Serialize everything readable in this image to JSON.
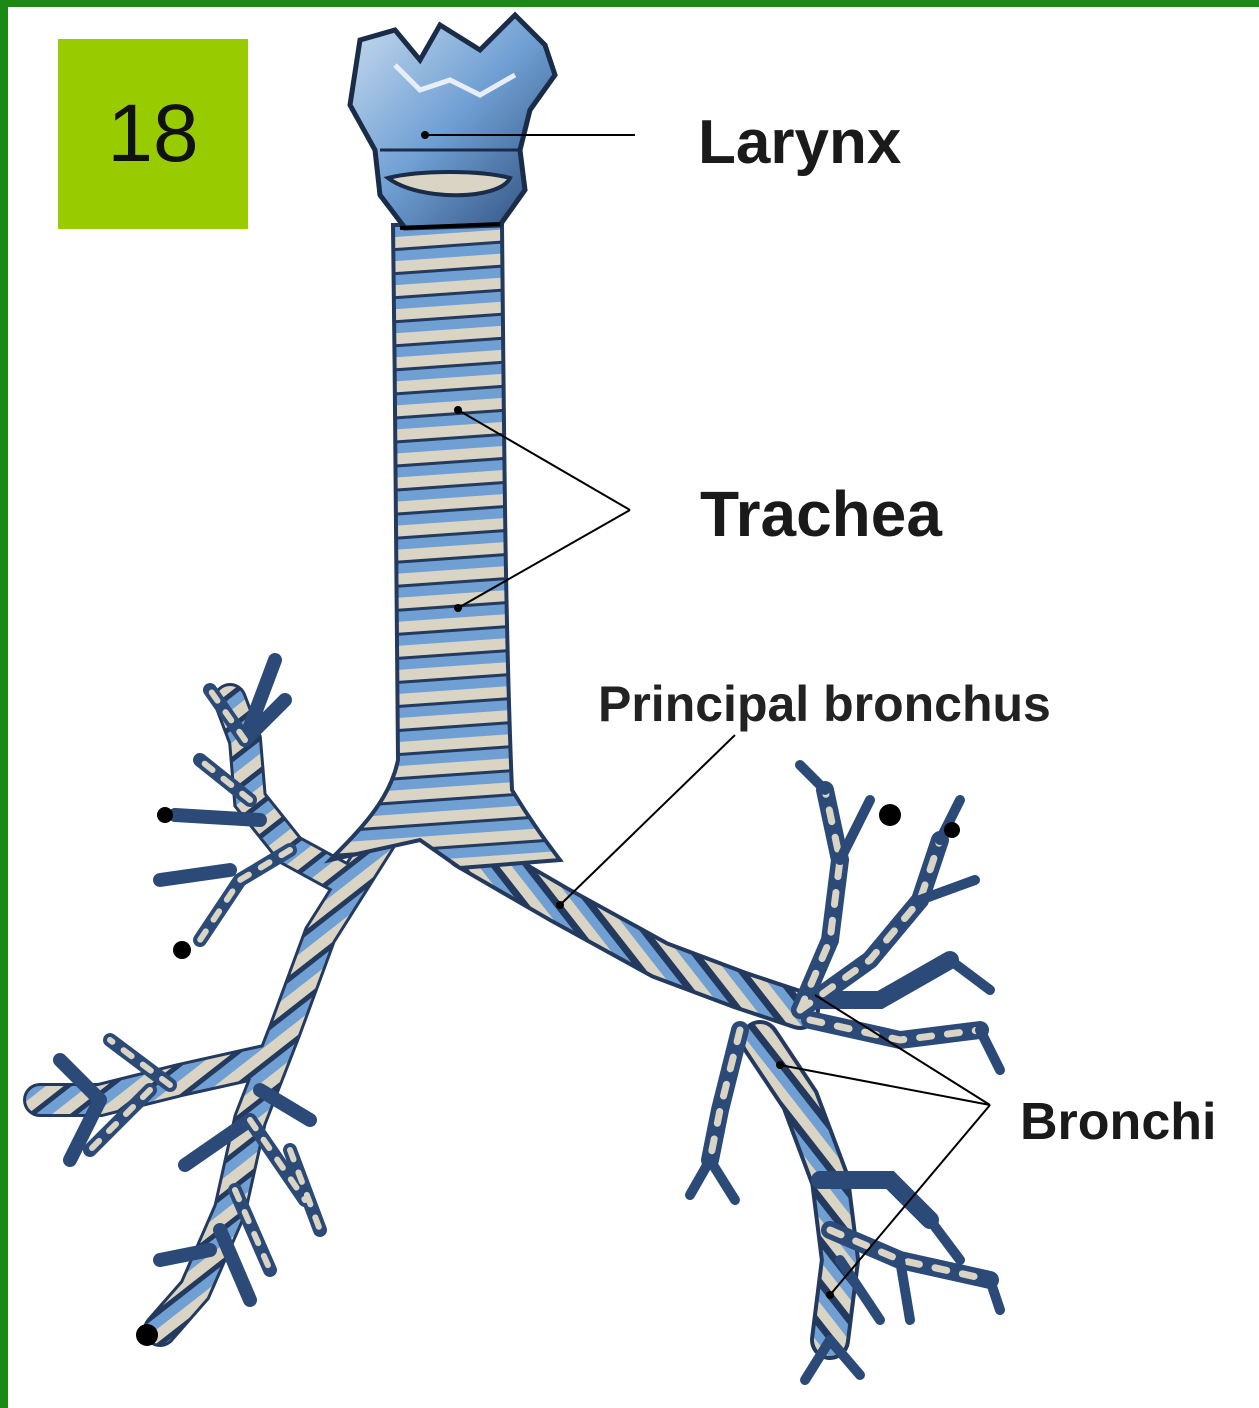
{
  "slide_number": "18",
  "labels": {
    "larynx": "Larynx",
    "trachea": "Trachea",
    "principal_bronchus": "Principal bronchus",
    "bronchi": "Bronchi"
  },
  "colors": {
    "frame": "#1a8a14",
    "badge": "#99cc00",
    "airway_light": "#d9d4c4",
    "airway_blue": "#6f9fd3",
    "airway_dark": "#23395e"
  }
}
